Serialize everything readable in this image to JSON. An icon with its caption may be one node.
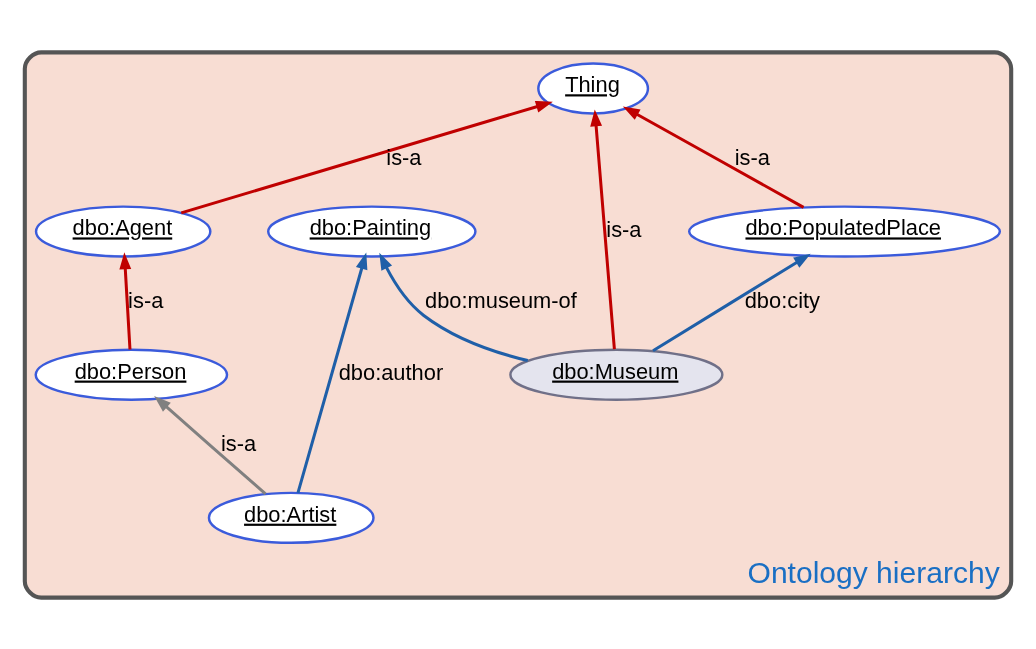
{
  "diagram": {
    "nodes": [
      {
        "text": [
          "Ontology hierarchy"
        ]
      },
      {
        "text": [
          "Thing"
        ],
        "in": 0
      },
      {
        "text": [
          "dbo:Agent"
        ],
        "in": 0
      },
      {
        "text": [
          "dbo:Museum"
        ],
        "in": 0
      },
      {
        "text": [
          "dbo:PopulatedPlace"
        ],
        "in": 0
      },
      {
        "text": [
          "dbo:Person"
        ],
        "in": 0
      },
      {
        "text": [
          "dbo:Painting"
        ],
        "in": 0
      },
      {
        "text": [
          "dbo:Artist"
        ],
        "in": 0
      }
    ],
    "edges": [
      {
        "from": 3,
        "to": 1,
        "arrow": "to",
        "label": "is-a"
      },
      {
        "from": 2,
        "to": 1,
        "arrow": "to",
        "label": "is-a"
      },
      {
        "from": 4,
        "to": 1,
        "arrow": "to",
        "label": "is-a"
      },
      {
        "from": 5,
        "to": 2,
        "arrow": "to",
        "label": "is-a"
      },
      {
        "from": 3,
        "to": 4,
        "arrow": "to",
        "label": "dbo:city",
        "color": "#1f5fa8"
      },
      {
        "from": 3,
        "to": 6,
        "arrow": "to",
        "label": "dbo:museum-of",
        "color": "#1f5fa8"
      },
      {
        "from": 7,
        "to": 5,
        "arrow": "to",
        "label": "is-a",
        "color": "#808080"
      },
      {
        "from": 7,
        "to": 6,
        "arrow": "to",
        "label": "dbo:author",
        "color": "#1f5fa8"
      }
    ]
  }
}
